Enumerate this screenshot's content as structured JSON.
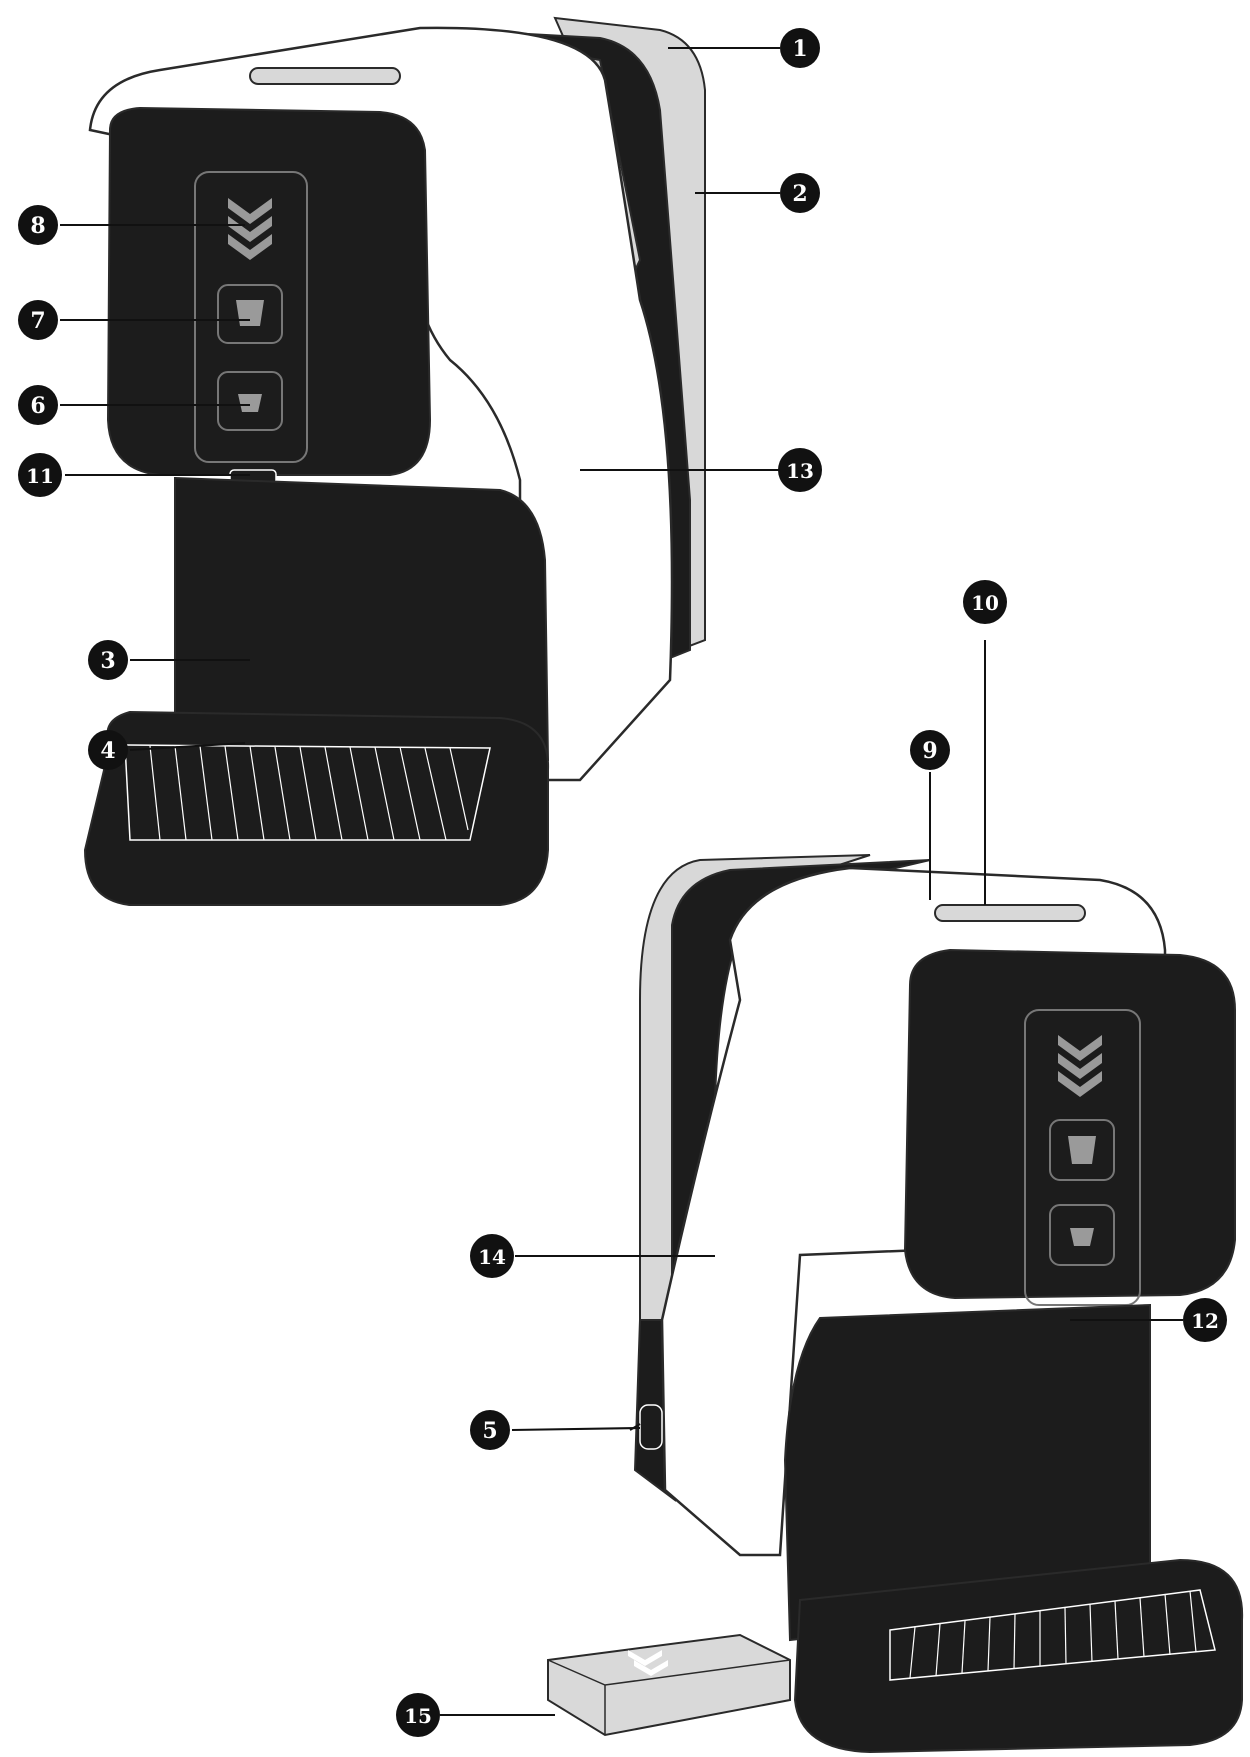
{
  "callouts": [
    {
      "id": "c1",
      "label": "1"
    },
    {
      "id": "c2",
      "label": "2"
    },
    {
      "id": "c3",
      "label": "3"
    },
    {
      "id": "c4",
      "label": "4"
    },
    {
      "id": "c5",
      "label": "5"
    },
    {
      "id": "c6",
      "label": "6"
    },
    {
      "id": "c7",
      "label": "7"
    },
    {
      "id": "c8",
      "label": "8"
    },
    {
      "id": "c9",
      "label": "9"
    },
    {
      "id": "c10",
      "label": "10"
    },
    {
      "id": "c11",
      "label": "11"
    },
    {
      "id": "c12",
      "label": "12"
    },
    {
      "id": "c13",
      "label": "13"
    },
    {
      "id": "c14",
      "label": "14"
    },
    {
      "id": "c15",
      "label": "15"
    }
  ],
  "colors": {
    "body": "#1c1c1c",
    "shell": "#ffffff",
    "stripe": "#d8d8d8",
    "outline": "#2a2a2a",
    "icon": "#9a9a9a",
    "accessory": "#c9c9c9"
  },
  "icons": [
    "chevron-logo-icon",
    "large-cup-icon",
    "small-cup-icon"
  ]
}
